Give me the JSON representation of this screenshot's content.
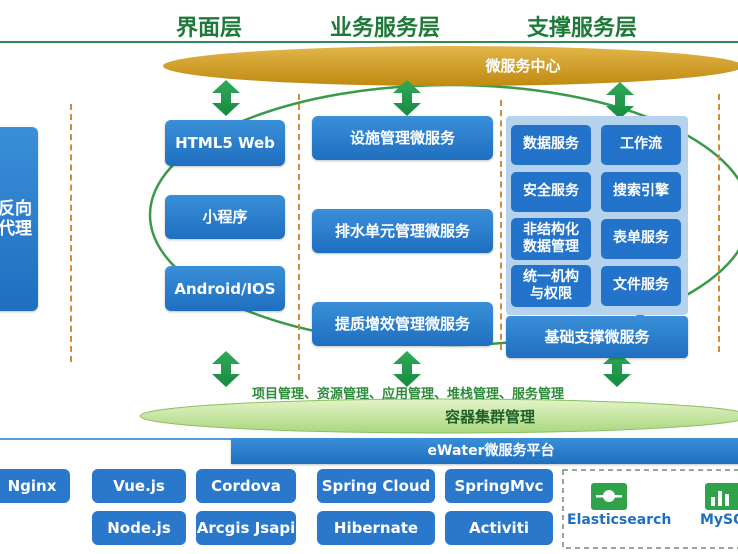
{
  "layers": {
    "ui": "界面层",
    "business": "业务服务层",
    "support": "支撑服务层"
  },
  "proxy": {
    "line1": "反向",
    "line2": "代理"
  },
  "microservice_center": "微服务中心",
  "ui_items": [
    "HTML5 Web",
    "小程序",
    "Android/IOS"
  ],
  "business_items": [
    "设施管理微服务",
    "排水单元管理微服务",
    "提质增效管理微服务"
  ],
  "support_services": {
    "data_service": "数据服务",
    "workflow": "工作流",
    "security_service": "安全服务",
    "search_engine": "搜索引擎",
    "unstructured_1": "非结构化",
    "unstructured_2": "数据管理",
    "form_service": "表单服务",
    "org_1": "统一机构",
    "org_2": "与权限",
    "file_service": "文件服务",
    "base_support": "基础支撑微服务"
  },
  "management_line": "项目管理、资源管理、应用管理、堆栈管理、服务管理",
  "container_cluster": "容器集群管理",
  "platform": "eWater微服务平台",
  "tech": {
    "nginx": "Nginx",
    "vue": "Vue.js",
    "cordova": "Cordova",
    "spring_cloud": "Spring Cloud",
    "springmvc": "SpringMvc",
    "node": "Node.js",
    "arcgis": "Arcgis Jsapi",
    "hibernate": "Hibernate",
    "activiti": "Activiti",
    "elasticsearch": "Elasticsearch",
    "mysql": "MySQL"
  },
  "colors": {
    "green_text": "#1f7a3a",
    "gold": "#d4a017",
    "blue": "#2273c9",
    "light_green": "#c9e8a8",
    "dash": "#d08a3a"
  }
}
